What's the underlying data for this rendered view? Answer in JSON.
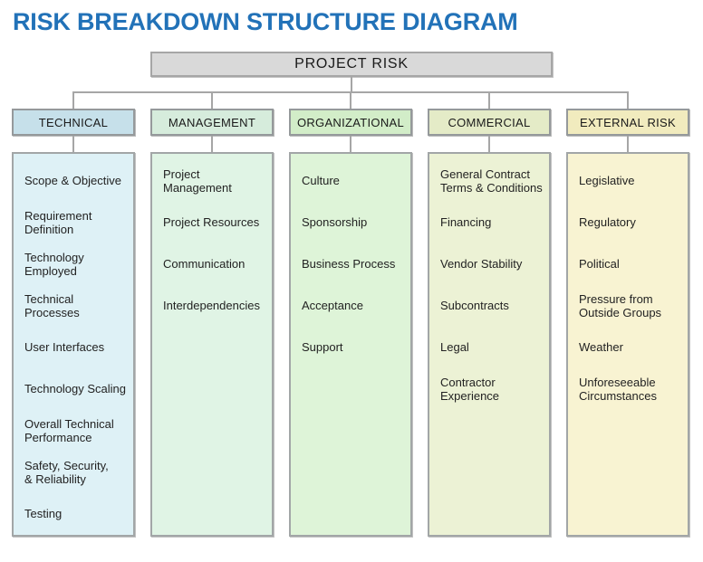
{
  "title": "RISK BREAKDOWN STRUCTURE DIAGRAM",
  "colors": {
    "title": "#2272b8",
    "connector": "#a6a6a6",
    "root_fill": "#d9d9d9",
    "root_border": "#a6a6a6"
  },
  "root": {
    "label": "PROJECT RISK"
  },
  "columns": [
    {
      "label": "TECHNICAL",
      "header_fill": "#c6e0ea",
      "list_fill": "#def1f6",
      "items": [
        "Scope & Objective",
        "Requirement\nDefinition",
        "Technology\nEmployed",
        "Technical Processes",
        "User Interfaces",
        "Technology Scaling",
        "Overall Technical\nPerformance",
        "Safety, Security,\n& Reliability",
        "Testing"
      ]
    },
    {
      "label": "MANAGEMENT",
      "header_fill": "#d6ecdc",
      "list_fill": "#e0f4e5",
      "items": [
        "Project\nManagement",
        "Project Resources",
        "Communication",
        "Interdependencies"
      ]
    },
    {
      "label": "ORGANIZATIONAL",
      "header_fill": "#d2edc8",
      "list_fill": "#def4d8",
      "items": [
        "Culture",
        "Sponsorship",
        "Business Process",
        "Acceptance",
        "Support"
      ]
    },
    {
      "label": "COMMERCIAL",
      "header_fill": "#e4ebc7",
      "list_fill": "#ecf2d5",
      "items": [
        "General Contract\nTerms & Conditions",
        "Financing",
        "Vendor Stability",
        "Subcontracts",
        "Legal",
        "Contractor\nExperience"
      ]
    },
    {
      "label": "EXTERNAL RISK",
      "header_fill": "#f1ebbe",
      "list_fill": "#f8f3d2",
      "items": [
        "Legislative",
        "Regulatory",
        "Political",
        "Pressure from\nOutside Groups",
        "Weather",
        "Unforeseeable\nCircumstances"
      ]
    }
  ]
}
